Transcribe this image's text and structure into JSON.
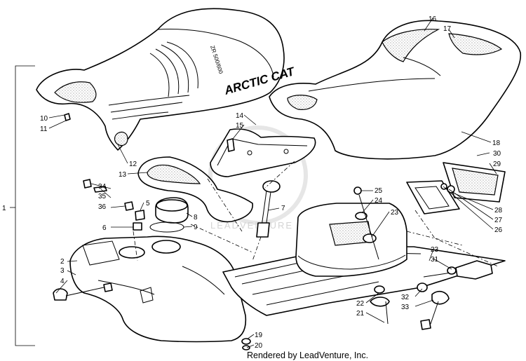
{
  "diagram": {
    "brand_label": "ARCTIC CAT",
    "seat_emblem": "ZR 500/600",
    "watermark": "LEADVENTURE",
    "credit": "Rendered by LeadVenture, Inc.",
    "callouts": {
      "c1": "1",
      "c2": "2",
      "c3": "3",
      "c4": "4",
      "c5": "5",
      "c6": "6",
      "c7": "7",
      "c8": "8",
      "c9": "9",
      "c10": "10",
      "c11": "11",
      "c12": "12",
      "c13": "13",
      "c14": "14",
      "c15": "15",
      "c16": "16",
      "c17": "17",
      "c18": "18",
      "c19": "19",
      "c20": "20",
      "c21": "21",
      "c22": "22",
      "c23a": "23",
      "c23b": "23",
      "c24": "24",
      "c25": "25",
      "c26": "26",
      "c27": "27",
      "c28": "28",
      "c29": "29",
      "c30": "30",
      "c31": "31",
      "c32": "32",
      "c33": "33",
      "c34": "34",
      "c35": "35",
      "c36": "36"
    }
  }
}
